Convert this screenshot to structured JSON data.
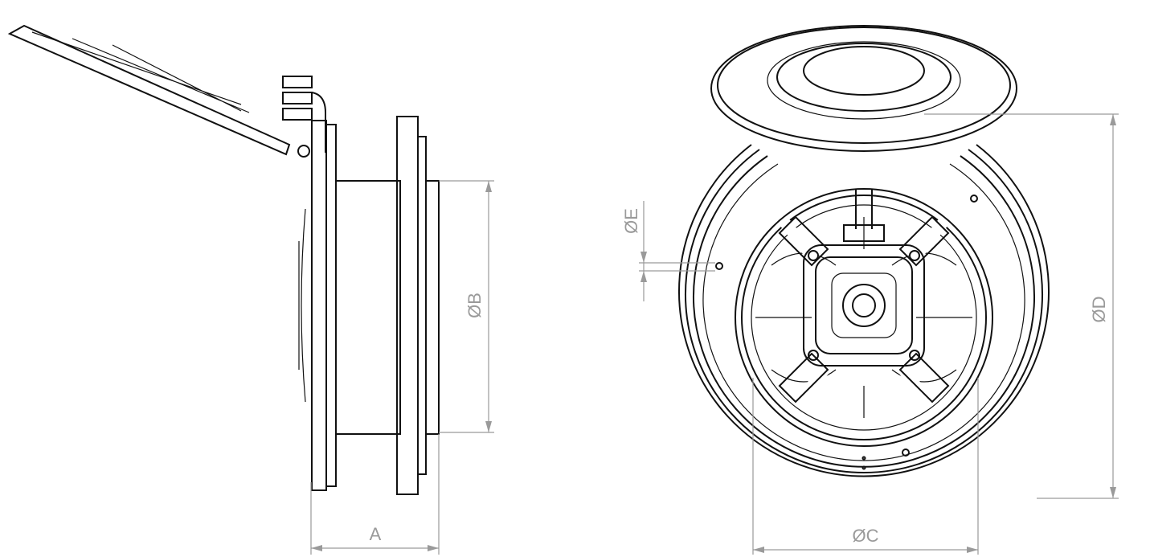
{
  "drawing": {
    "dimensions": {
      "a": "A",
      "b": "ØB",
      "c": "ØC",
      "d": "ØD",
      "e": "ØE"
    },
    "colors": {
      "line": "#111111",
      "dimension": "#9a9a9a"
    }
  }
}
